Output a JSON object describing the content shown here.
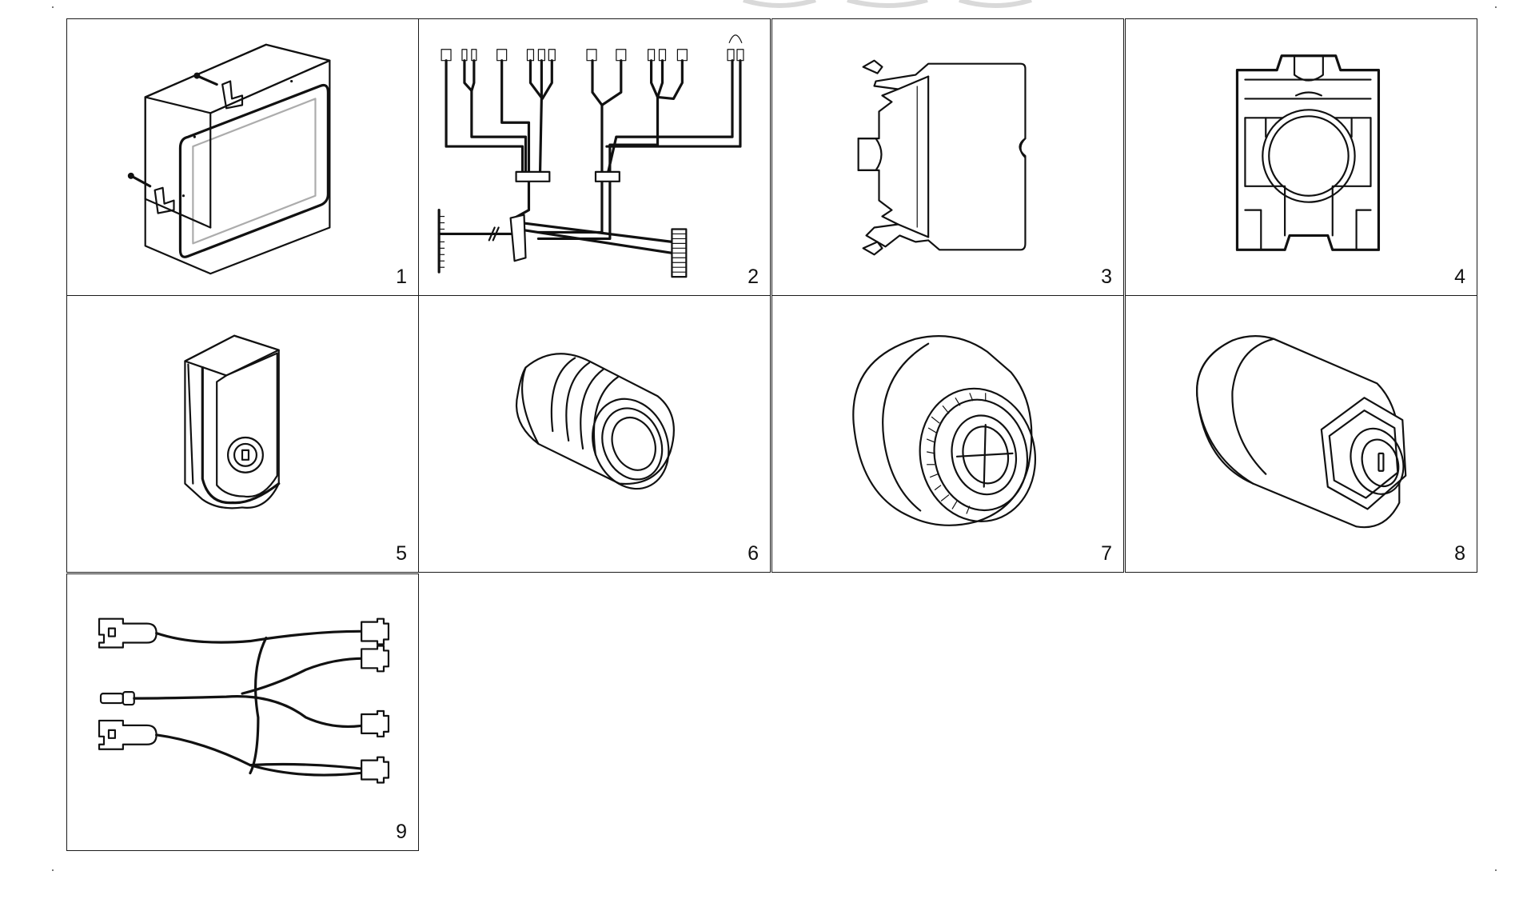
{
  "parts": [
    {
      "number": "1",
      "icon": "control-box-icon"
    },
    {
      "number": "2",
      "icon": "wiring-harness-icon"
    },
    {
      "number": "3",
      "icon": "contact-block-icon"
    },
    {
      "number": "4",
      "icon": "mounting-adapter-icon"
    },
    {
      "number": "5",
      "icon": "key-switch-housing-icon"
    },
    {
      "number": "6",
      "icon": "push-button-icon"
    },
    {
      "number": "7",
      "icon": "buzzer-icon"
    },
    {
      "number": "8",
      "icon": "key-switch-icon"
    },
    {
      "number": "9",
      "icon": "cable-harness-icon"
    }
  ]
}
